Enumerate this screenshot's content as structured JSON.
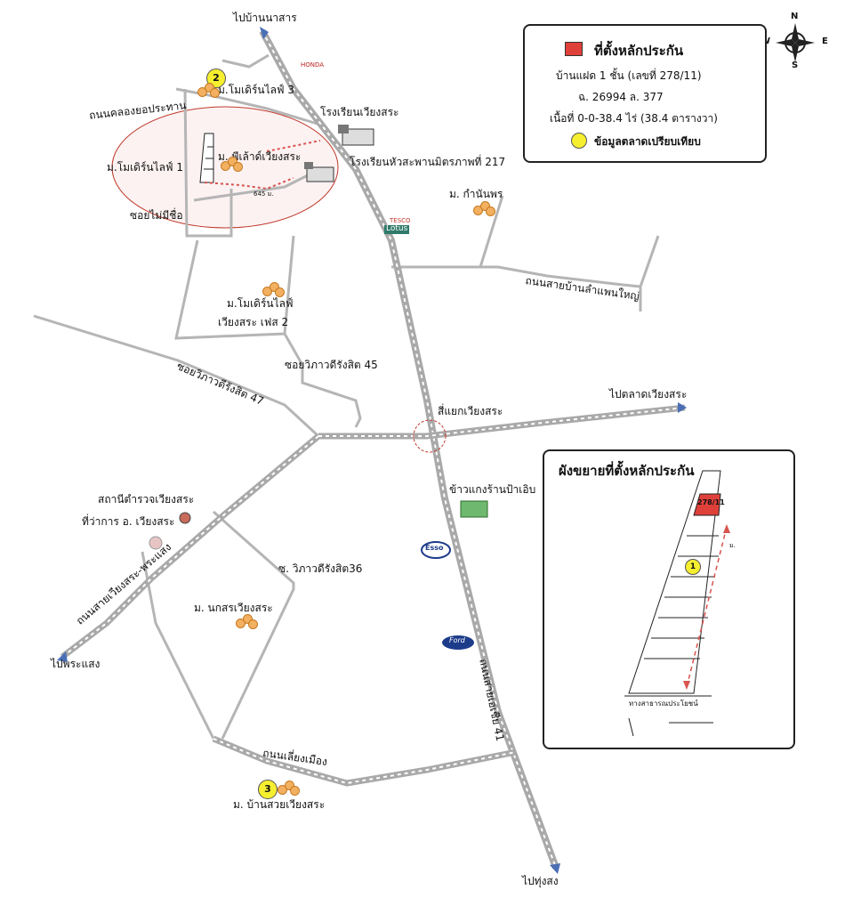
{
  "legend": {
    "title": "ที่ตั้งหลักประกัน",
    "line1": "บ้านแฝด 1 ชั้น (เลขที่ 278/11)",
    "line2": "ฉ. 26994 ล. 377",
    "line3": "เนื้อที่ 0-0-38.4 ไร่ (38.4 ตารางวา)",
    "comparable": "ข้อมูลตลาดเปรียบเทียบ",
    "property_color": "#e0403a",
    "comparable_color": "#f5ef30"
  },
  "compass": {
    "n": "N",
    "s": "S",
    "e": "E",
    "w": "W"
  },
  "labels": {
    "to_ban_nasan": "ไปบ้านนาสาร",
    "to_phrasaeng": "ไปพระแสง",
    "to_talad": "ไปตลาดเวียงสระ",
    "to_thung_song": "ไปทุ่งสง",
    "road_klong_yaeng": "ถนนคลองยอประทาน",
    "modern_life3": "ม.โมเดิร์นไลฟ์ 3",
    "modern_life1": "ม.โมเดิร์นไลฟ์ 1",
    "pheeleo": "ม. พีเล้าด์เวียงสระ",
    "soi_no_name": "ซอยไม่มีชื่อ",
    "school_wiangsa": "โรงเรียนเวียงสระ",
    "school_huasaphan": "โรงเรียนหัวสะพานมิตรภาพที่ 217",
    "kamnanporn": "ม. กำนันพร",
    "road_ban_lamphan": "ถนนสายบ้านลำแพนใหญ่",
    "modern_life2a": "ม.โมเดิร์นไลฟ์",
    "modern_life2b": "เวียงสระ เฟส 2",
    "soi_45": "ซอยวิภาวดีรังสิต 45",
    "soi_47": "ซอยวิภาวดีรังสิต 47",
    "junction": "สี่แยกเวียงสระ",
    "khaokaeng": "ข้าวแกงร้านป้าเอิบ",
    "police": "สถานีตำรวจเวียงสระ",
    "district_office": "ที่ว่าการ อ. เวียงสระ",
    "soi_36": "ซ. วิภาวดีรังสิต36",
    "noksorn": "ม. นกสรเวียงสระ",
    "road_wiangsa_phrasaeng": "ถนนสายเวียงสระ-พระแสง",
    "road_asia41": "ถนนสายเอเชีย 41",
    "road_liang_mueang": "ถนนเลี่ยงเมือง",
    "ban_suay": "ม. บ้านสวยเวียงสระ",
    "distance_645": "645 ม.",
    "honda": "HONDA",
    "lotus": "Lotus",
    "tesco": "TESCO",
    "esso": "Esso",
    "ford": "Ford"
  },
  "markers": {
    "m1": "1",
    "m2": "2",
    "m3": "3"
  },
  "inset": {
    "title": "ผังขยายที่ตั้งหลักประกัน",
    "lot": "278/11",
    "public_way": "ทางสาธารณประโยชน์",
    "distance": "ม."
  },
  "colors": {
    "road": "#a9a9a9",
    "minor_road": "#b5b5b5",
    "circle": "#c0392b",
    "property": "#e0403a"
  }
}
